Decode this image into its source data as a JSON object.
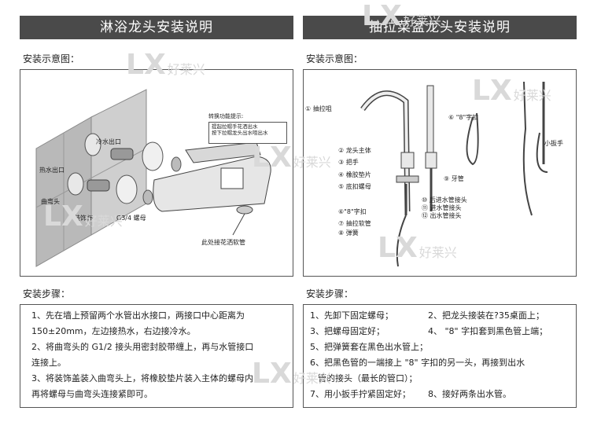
{
  "watermark": {
    "logo": "LX",
    "text": "好莱兴"
  },
  "left": {
    "title": "淋浴龙头安装说明",
    "diagram_heading": "安装示意图：",
    "tip": {
      "title": "转换功能提示:",
      "line1": "提起拉帽手花洒出水",
      "line2": "按下拉帽龙头出水咀出水"
    },
    "labels": {
      "cold": "冷水出口",
      "hot": "热水出口",
      "elbow": "曲弯头",
      "cover": "装饰杯",
      "nut": "G3/4 螺母",
      "hose": "此处接花洒软管"
    },
    "steps_heading": "安装步骤：",
    "steps": [
      "1、先在墙上预留两个水管出水接口，两接口中心距离为",
      "150±20mm，左边接热水，右边接冷水。",
      "2、将曲弯头的 G1/2 接头用密封胶带缠上，再与水管接口",
      "连接上。",
      "3、将装饰盖装入曲弯头上，将橡胶垫片装入主体的螺母内，",
      "再将螺母与曲弯头连接紧即可。"
    ]
  },
  "right": {
    "title": "抽拉菜盆龙头安装说明",
    "diagram_heading": "安装示意图：",
    "labels": {
      "l1": "① 抽拉咀",
      "l2": "② 龙头主体",
      "l3": "③ 把手",
      "l4": "④ 橡胶垫片",
      "l5": "⑤ 底扣螺母",
      "l9": "⑨ 牙管",
      "l10a": "⑩ 后进水管接头",
      "l10b": "⑪ 进水管接头",
      "l10c": "⑫ 出水管接头",
      "l6": "⑥\"8\"字扣",
      "l7": "⑦ 抽拉软管",
      "l8": "⑧ 弹簧",
      "buckle": "⑥ \"8\"字扣",
      "wrench": "小扳手"
    },
    "steps_heading": "安装步骤：",
    "steps": [
      {
        "a": "1、先卸下固定螺母；",
        "b": "2、把龙头接装在?35桌面上；"
      },
      {
        "a": "3、把螺母固定好；",
        "b": "4、 \"8\" 字扣套到黑色管上端；"
      },
      {
        "a": "5、把弹簧套在黑色出水管上；",
        "b": ""
      },
      {
        "a": "6、把黑色管的一端接上 \"8\" 字扣的另一头，再接到出水",
        "b": ""
      },
      {
        "a": "   管的接头（最长的管口）；",
        "b": ""
      },
      {
        "a": "7、用小扳手拧紧固定好；",
        "b": "8、接好两条出水管。"
      }
    ]
  }
}
